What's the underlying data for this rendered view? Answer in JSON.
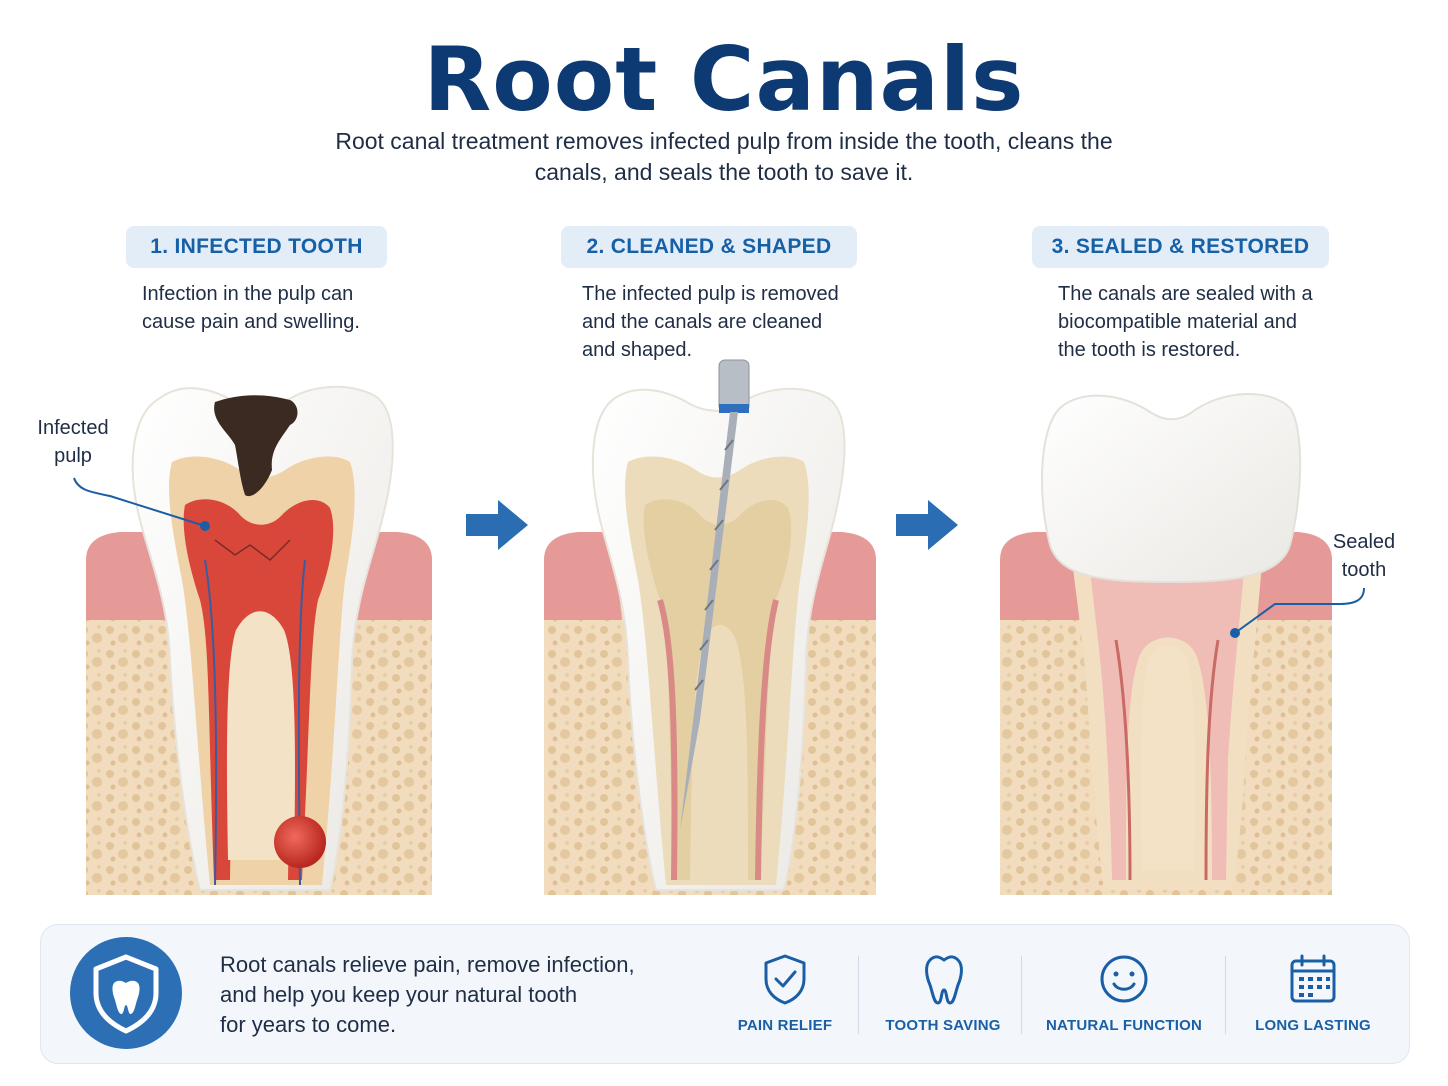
{
  "title": "Root Canals",
  "subtitle": "Root canal treatment removes infected pulp from inside the tooth, cleans the canals, and seals the tooth to save it.",
  "steps": [
    {
      "label": "1. INFECTED TOOTH",
      "desc_lines": [
        "Infection in the pulp can",
        "cause pain and swelling."
      ]
    },
    {
      "label": "2. CLEANED & SHAPED",
      "desc_lines": [
        "The infected pulp is removed",
        "and the canals are cleaned",
        "and shaped."
      ]
    },
    {
      "label": "3. SEALED & RESTORED",
      "desc_lines": [
        "The canals are sealed with a",
        "biocompatible material and",
        "the tooth is restored."
      ]
    }
  ],
  "callouts": {
    "infected": [
      "Infected",
      "pulp"
    ],
    "sealed": [
      "Sealed",
      "tooth"
    ]
  },
  "summary_lines": [
    "Root canals relieve pain, remove infection,",
    "and help you keep your natural tooth",
    "for years to come."
  ],
  "benefits": [
    {
      "label": "PAIN RELIEF",
      "icon": "shield-check-icon"
    },
    {
      "label": "TOOTH SAVING",
      "icon": "tooth-icon"
    },
    {
      "label": "NATURAL FUNCTION",
      "icon": "smile-icon"
    },
    {
      "label": "LONG LASTING",
      "icon": "calendar-icon"
    }
  ],
  "colors": {
    "title": "#0d3a73",
    "accent": "#1760a6",
    "badge_bg": "#e3edf8",
    "arrow": "#2a6db2",
    "gum": "#e59a98",
    "bone": "#f1dcbd",
    "pulp_infected": "#d9473b",
    "enamel": "#fbfbf9"
  }
}
